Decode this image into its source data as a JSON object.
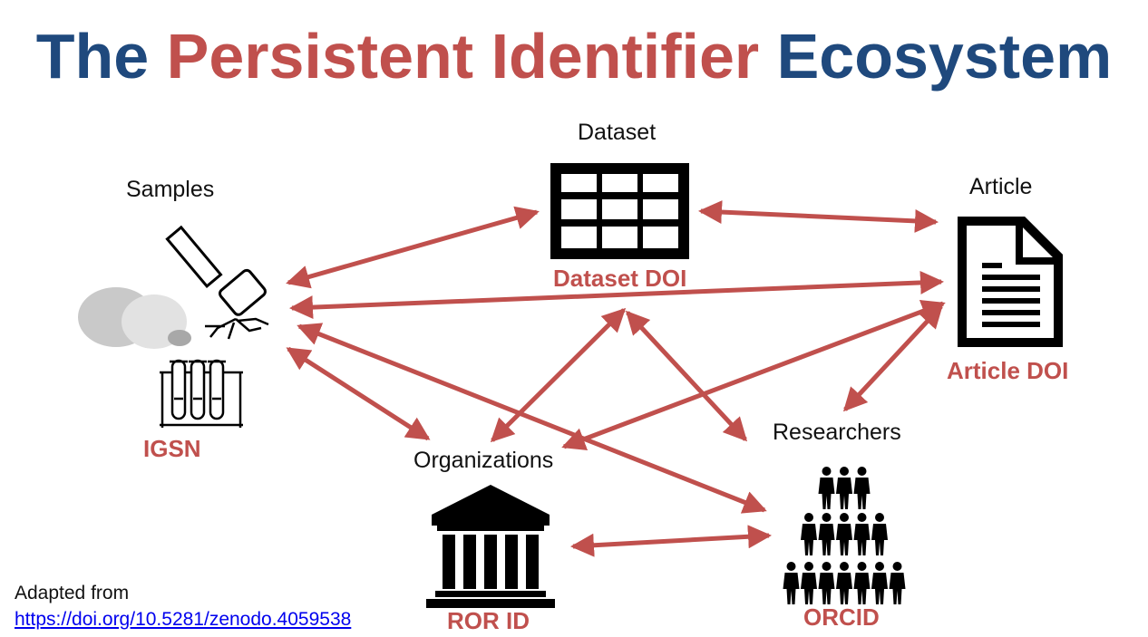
{
  "title": {
    "part1": "The",
    "part2": "Persistent Identifier",
    "part3": "Ecosystem"
  },
  "colors": {
    "title_blue": "#1f497d",
    "accent_red": "#c0504d",
    "icon_black": "#000000",
    "rock_gray": "#c8c8c8",
    "link_blue": "#0000ee"
  },
  "nodes": {
    "samples": {
      "label": "Samples",
      "identifier": "IGSN",
      "icons": [
        "rock-hammer-icon",
        "test-tubes-icon"
      ]
    },
    "dataset": {
      "label": "Dataset",
      "identifier": "Dataset DOI",
      "icons": [
        "table-icon"
      ]
    },
    "article": {
      "label": "Article",
      "identifier": "Article DOI",
      "icons": [
        "document-icon"
      ]
    },
    "organizations": {
      "label": "Organizations",
      "identifier": "ROR ID",
      "icons": [
        "institution-building-icon"
      ]
    },
    "researchers": {
      "label": "Researchers",
      "identifier": "ORCID",
      "icons": [
        "people-group-icon"
      ]
    }
  },
  "credit": {
    "prefix": "Adapted from",
    "link_text": "https://doi.org/10.5281/zenodo.4059538"
  }
}
